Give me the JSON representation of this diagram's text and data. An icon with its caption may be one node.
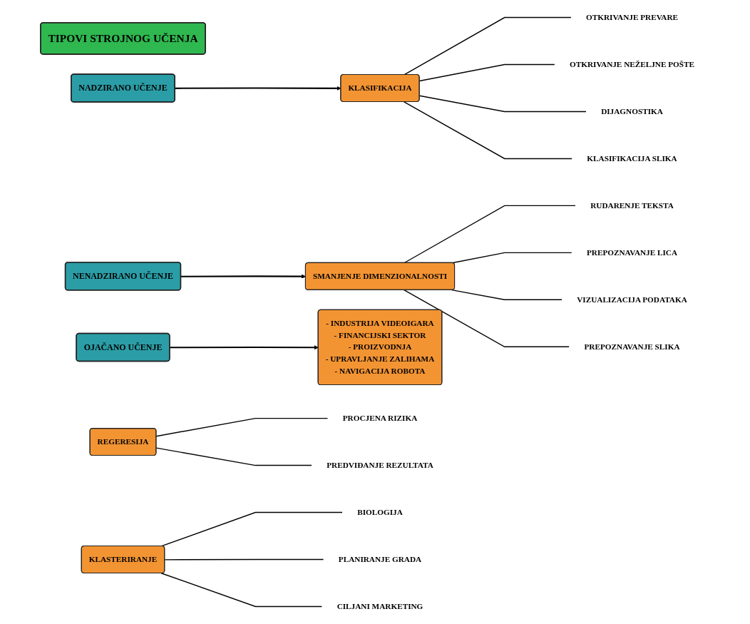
{
  "diagram": {
    "nodes": [
      {
        "text": [
          "TIPOVI STROJNOG UČENJA"
        ]
      },
      {
        "text": [
          "NADZIRANO UČENJE"
        ]
      },
      {
        "text": [
          "NENADZIRANO UČENJE"
        ]
      },
      {
        "text": [
          "OJAČANO UČENJE"
        ]
      },
      {
        "text": [
          "KLASIFIKACIJA"
        ]
      },
      {
        "text": [
          "OTKRIVANJE PREVARE"
        ]
      },
      {
        "text": [
          "OTKRIVANJE NEŽELJNE POŠTE"
        ]
      },
      {
        "text": [
          "DIJAGNOSTIKA"
        ]
      },
      {
        "text": [
          "KLASIFIKACIJA SLIKA"
        ]
      },
      {
        "text": [
          "SMANJENJE DIMENZIONALNOSTI"
        ]
      },
      {
        "text": [
          "RUDARENJE TEKSTA"
        ]
      },
      {
        "text": [
          "PREPOZNAVANJE LICA"
        ]
      },
      {
        "text": [
          "VIZUALIZACIJA PODATAKA"
        ]
      },
      {
        "text": [
          "PREPOZNAVANJE SLIKA"
        ]
      },
      {
        "text": [
          "- INDUSTRIJA VIDEOIGARA",
          "- FINANCIJSKI SEKTOR",
          "- PROIZVODNJA",
          "- UPRAVLJANJE ZALIHAMA",
          "- NAVIGACIJA ROBOTA"
        ]
      },
      {
        "text": [
          "REGERESIJA"
        ]
      },
      {
        "text": [
          "PROCJENA RIZIKA"
        ]
      },
      {
        "text": [
          "PREDVIĐANJE REZULTATA"
        ]
      },
      {
        "text": [
          "KLASTERIRANJE"
        ]
      },
      {
        "text": [
          "BIOLOGIJA"
        ]
      },
      {
        "text": [
          "PLANIRANJE GRADA"
        ]
      },
      {
        "text": [
          "CILJANI MARKETING"
        ]
      }
    ],
    "edges": [
      {
        "from": 1,
        "to": 4,
        "arrow": "to"
      },
      {
        "from": 2,
        "to": 9,
        "arrow": "to"
      },
      {
        "from": 3,
        "to": 14,
        "arrow": "to"
      },
      {
        "from": 4,
        "to": 5,
        "arrow": "none"
      },
      {
        "from": 4,
        "to": 6,
        "arrow": "none"
      },
      {
        "from": 4,
        "to": 7,
        "arrow": "none"
      },
      {
        "from": 4,
        "to": 8,
        "arrow": "none"
      },
      {
        "from": 9,
        "to": 10,
        "arrow": "none"
      },
      {
        "from": 9,
        "to": 11,
        "arrow": "none"
      },
      {
        "from": 9,
        "to": 12,
        "arrow": "none"
      },
      {
        "from": 9,
        "to": 13,
        "arrow": "none"
      },
      {
        "from": 15,
        "to": 16,
        "arrow": "none"
      },
      {
        "from": 15,
        "to": 17,
        "arrow": "none"
      },
      {
        "from": 18,
        "to": 19,
        "arrow": "none"
      },
      {
        "from": 18,
        "to": 20,
        "arrow": "none"
      },
      {
        "from": 18,
        "to": 21,
        "arrow": "none"
      }
    ]
  }
}
